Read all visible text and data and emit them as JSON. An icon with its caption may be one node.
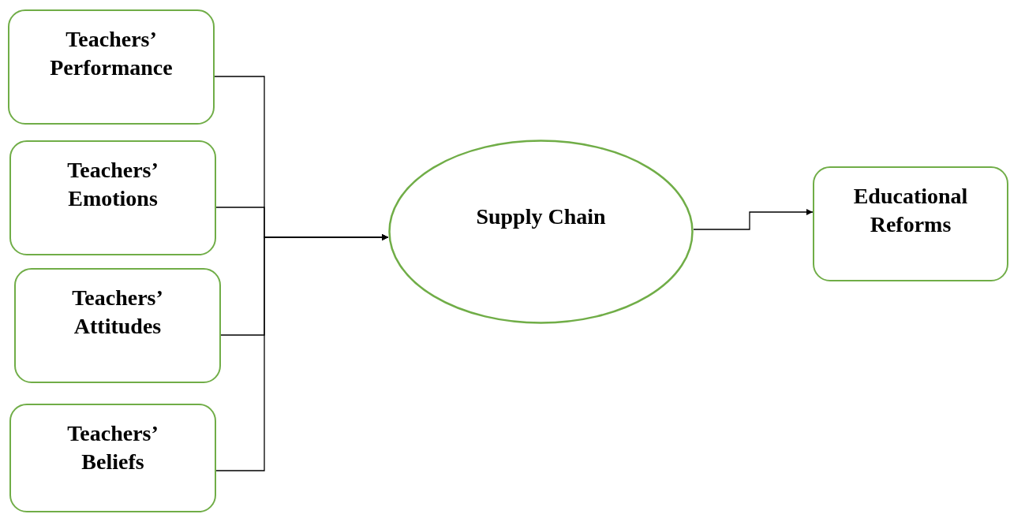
{
  "diagram": {
    "nodes": [
      {
        "text": [
          "Teachers’ Performance"
        ]
      },
      {
        "text": [
          "Teachers’ Emotions"
        ]
      },
      {
        "text": [
          "Teachers’ Attitudes"
        ]
      },
      {
        "text": [
          "Teachers’ Beliefs"
        ]
      },
      {
        "text": [
          "Supply Chain"
        ]
      },
      {
        "text": [
          "Educational Reforms"
        ]
      }
    ],
    "edges": [
      {
        "from": 0,
        "to": 4,
        "arrow": "to"
      },
      {
        "from": 1,
        "to": 4,
        "arrow": "to"
      },
      {
        "from": 2,
        "to": 4,
        "arrow": "to"
      },
      {
        "from": 3,
        "to": 4,
        "arrow": "to"
      },
      {
        "from": 4,
        "to": 5,
        "arrow": "to"
      }
    ]
  }
}
